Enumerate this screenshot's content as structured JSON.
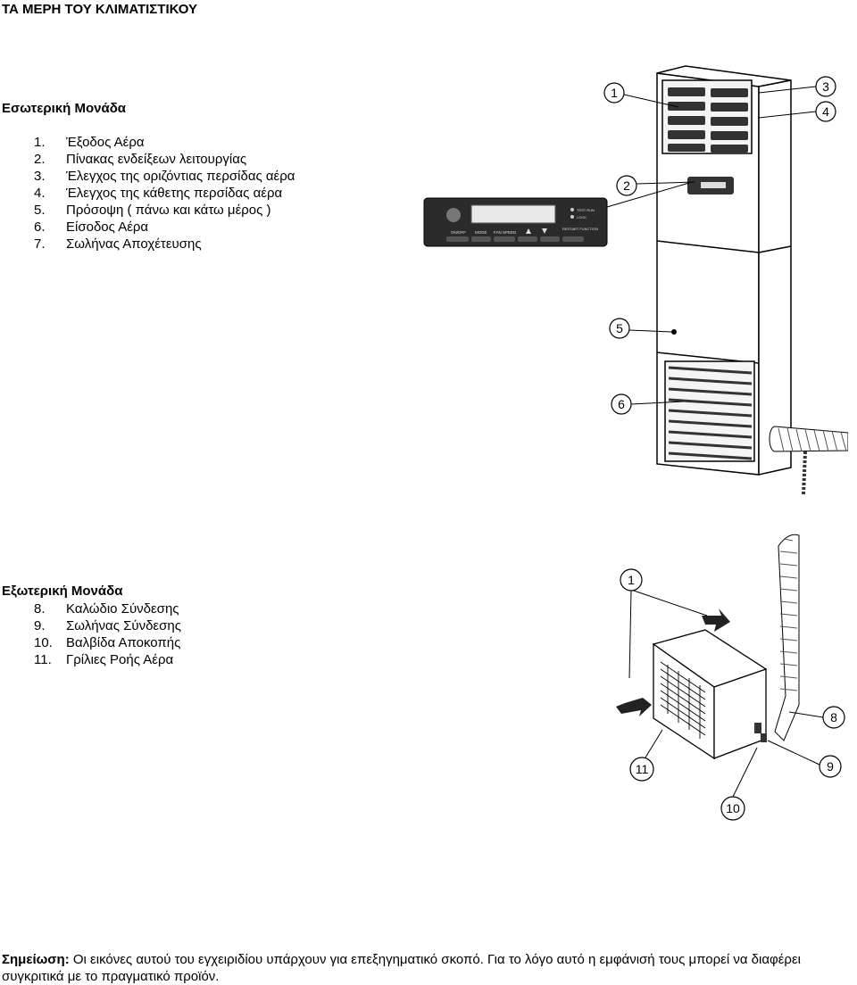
{
  "page_title": "ΤΑ ΜΕΡΗ ΤΟΥ ΚΛΙΜΑΤΙΣΤΙΚΟΥ",
  "indoor": {
    "heading": "Εσωτερική Μονάδα",
    "items": [
      {
        "num": "1.",
        "label": "Έξοδος Αέρα"
      },
      {
        "num": "2.",
        "label": "Πίνακας ενδείξεων λειτουργίας"
      },
      {
        "num": "3.",
        "label": "Έλεγχος της οριζόντιας περσίδας αέρα"
      },
      {
        "num": "4.",
        "label": "Έλεγχος της κάθετης περσίδας αέρα"
      },
      {
        "num": "5.",
        "label": "Πρόσοψη ( πάνω και κάτω μέρος )"
      },
      {
        "num": "6.",
        "label": "Είσοδος Αέρα"
      },
      {
        "num": "7.",
        "label": "Σωλήνας Αποχέτευσης"
      }
    ],
    "callouts": [
      "1",
      "2",
      "3",
      "4",
      "5",
      "6"
    ],
    "panel": {
      "buttons": [
        "ON/OFF",
        "MODE",
        "FAN SPEED",
        "ADJUST",
        "ADJUST"
      ],
      "indicators": [
        "TEST RUN",
        "LOCK"
      ],
      "extra": "RESTART FUNCTION"
    }
  },
  "outdoor": {
    "heading": "Εξωτερική Μονάδα",
    "items": [
      {
        "num": "8.",
        "label": "Καλώδιο Σύνδεσης"
      },
      {
        "num": "9.",
        "label": "Σωλήνας Σύνδεσης"
      },
      {
        "num": "10.",
        "label": "Βαλβίδα Αποκοπής"
      },
      {
        "num": "11.",
        "label": "Γρίλιες Ροής Αέρα"
      }
    ],
    "callouts": [
      "1",
      "8",
      "9",
      "10",
      "11"
    ]
  },
  "note": {
    "label": "Σημείωση:",
    "text": " Οι εικόνες αυτού του εγχειριδίου υπάρχουν  για επεξηγηματικό σκοπό. Για το λόγο αυτό η εμφάνισή τους μπορεί να διαφέρει συγκριτικά με το πραγματικό προϊόν."
  }
}
